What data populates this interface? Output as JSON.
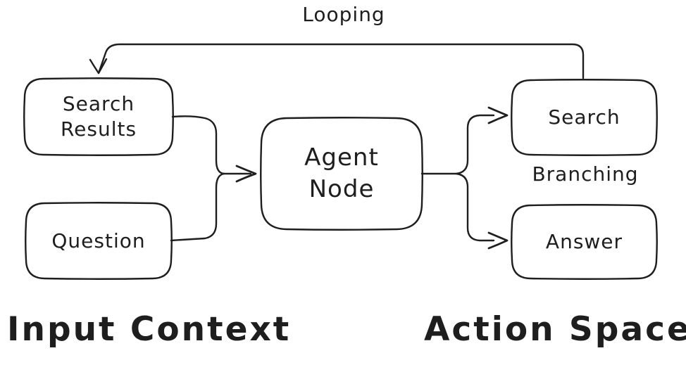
{
  "colors": {
    "ink": "#1e1e1e",
    "background": "#ffffff"
  },
  "annotations": {
    "looping": "Looping",
    "branching": "Branching"
  },
  "sections": {
    "input_context": "Input Context",
    "action_space": "Action Space"
  },
  "nodes": {
    "search_results": {
      "line1": "Search",
      "line2": "Results"
    },
    "question": {
      "label": "Question"
    },
    "agent_node": {
      "line1": "Agent",
      "line2": "Node"
    },
    "search": {
      "label": "Search"
    },
    "answer": {
      "label": "Answer"
    }
  },
  "edges": [
    {
      "from": "Search Results",
      "to": "Agent Node"
    },
    {
      "from": "Question",
      "to": "Agent Node"
    },
    {
      "from": "Agent Node",
      "to": "Search"
    },
    {
      "from": "Agent Node",
      "to": "Answer"
    },
    {
      "from": "Search",
      "to": "Search Results",
      "label": "Looping"
    }
  ]
}
